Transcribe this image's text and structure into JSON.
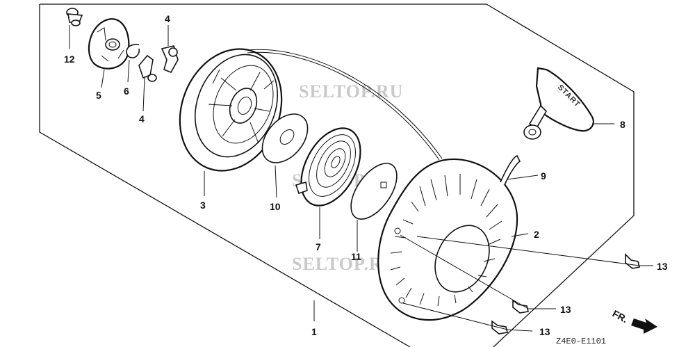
{
  "watermark": "SELTOP.RU",
  "drawing_code": "Z4E0-E1101",
  "handle_text": "START",
  "direction_label": "FR.",
  "callouts": {
    "c1": "1",
    "c2": "2",
    "c3": "3",
    "c4a": "4",
    "c4b": "4",
    "c5": "5",
    "c6": "6",
    "c7": "7",
    "c8": "8",
    "c9": "9",
    "c10": "10",
    "c11": "11",
    "c12": "12",
    "c13a": "13",
    "c13b": "13",
    "c13c": "13"
  }
}
